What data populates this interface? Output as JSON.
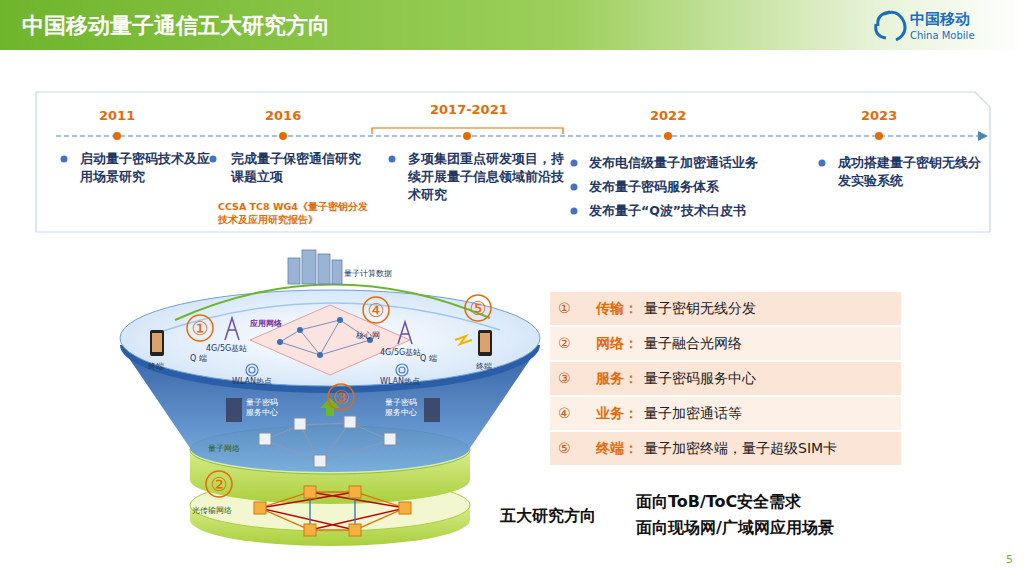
{
  "diagram": {
    "title": "中国移动量子通信五大研究方向",
    "nodes": [
      {
        "text": [
          "①",
          "传输：",
          "量子密钥无线分发"
        ]
      },
      {
        "text": [
          "②",
          "网络：",
          "量子融合光网络"
        ]
      },
      {
        "text": [
          "③",
          "服务：",
          "量子密码服务中心"
        ]
      },
      {
        "text": [
          "④",
          "业务：",
          "量子加密通话等"
        ]
      },
      {
        "text": [
          "⑤",
          "终端：",
          "量子加密终端，量子超级SIM卡"
        ]
      }
    ],
    "labels": [
      "2011",
      "启动量子密码技术及应用场景研究",
      "2016",
      "完成量子保密通信研究课题立项",
      "CCSA TC8 WG4《量子密钥分发技术及应用研究报告》",
      "2017-2021",
      "多项集团重点研发项目，持续开展量子信息领域前沿技术研究",
      "2022",
      "发布电信级量子加密通话业务",
      "发布量子密码服务体系",
      "发布量子“Q波”技术白皮书",
      "2023",
      "成功搭建量子密钥无线分发实验系统",
      "中国移动",
      "China Mobile",
      "量子计算数据",
      "应用网络",
      "核心网",
      "4G/5G基站",
      "4G/5G基站",
      "Q 端",
      "Q 端",
      "终端",
      "终端",
      "WLAN热点",
      "WLAN热点",
      "量子密码服务中心",
      "量子密码服务中心",
      "量子网络",
      "光传输网络",
      "①",
      "④",
      "⑤",
      "③",
      "②",
      "五大研究方向",
      "面向ToB/ToC安全需求",
      "面向现场网/广域网应用场景",
      "5"
    ]
  }
}
